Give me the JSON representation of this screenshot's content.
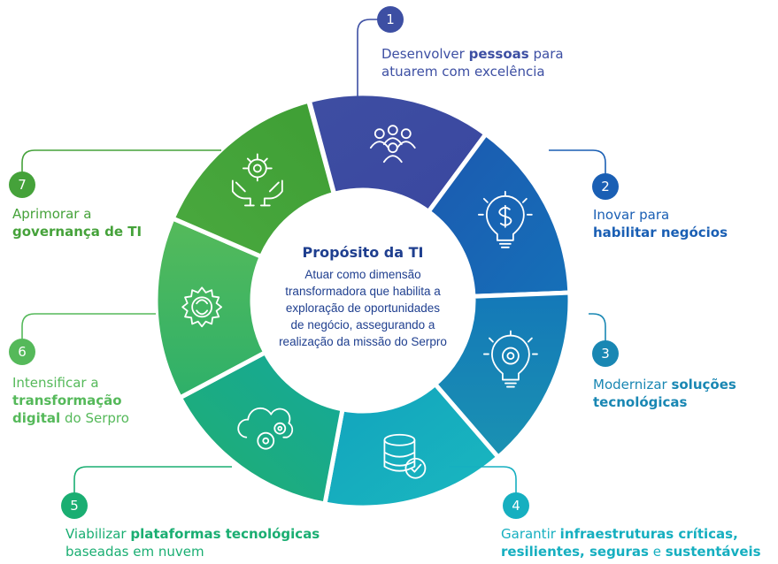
{
  "center": {
    "title": "Propósito da TI",
    "lines": [
      "Atuar como dimensão",
      "transformadora que habilita a",
      "exploração de oportunidades",
      "de negócio, assegurando a",
      "realização da missão do Serpro"
    ]
  },
  "items": [
    {
      "number": "1",
      "color": "#3d4fa3",
      "icon": "people-group-icon",
      "lines": [
        [
          {
            "t": "Desenvolver ",
            "b": false
          },
          {
            "t": "pessoas",
            "b": true
          },
          {
            "t": " para",
            "b": false
          }
        ],
        [
          {
            "t": "atuarem com excelência",
            "b": false
          }
        ]
      ]
    },
    {
      "number": "2",
      "color": "#1a5fb4",
      "icon": "lightbulb-dollar-icon",
      "lines": [
        [
          {
            "t": "Inovar para",
            "b": false
          }
        ],
        [
          {
            "t": "habilitar negócios",
            "b": true
          }
        ]
      ]
    },
    {
      "number": "3",
      "color": "#1987b3",
      "icon": "lightbulb-gear-icon",
      "lines": [
        [
          {
            "t": "Modernizar ",
            "b": false
          },
          {
            "t": "soluções",
            "b": true
          }
        ],
        [
          {
            "t": "tecnológicas",
            "b": true
          }
        ]
      ]
    },
    {
      "number": "4",
      "color": "#16afc0",
      "icon": "database-check-icon",
      "lines": [
        [
          {
            "t": "Garantir ",
            "b": false
          },
          {
            "t": "infraestruturas críticas,",
            "b": true
          }
        ],
        [
          {
            "t": "resilientes, seguras",
            "b": true
          },
          {
            "t": " e ",
            "b": false
          },
          {
            "t": "sustentáveis",
            "b": true
          }
        ]
      ]
    },
    {
      "number": "5",
      "color": "#1aae72",
      "icon": "cloud-gears-icon",
      "lines": [
        [
          {
            "t": "Viabilizar ",
            "b": false
          },
          {
            "t": "plataformas tecnológicas",
            "b": true
          }
        ],
        [
          {
            "t": "baseadas em nuvem",
            "b": false
          }
        ]
      ]
    },
    {
      "number": "6",
      "color": "#55b95a",
      "icon": "gear-transform-icon",
      "lines": [
        [
          {
            "t": "Intensificar a",
            "b": false
          }
        ],
        [
          {
            "t": "transformação",
            "b": true
          }
        ],
        [
          {
            "t": "digital",
            "b": true
          },
          {
            "t": " do Serpro",
            "b": false
          }
        ]
      ]
    },
    {
      "number": "7",
      "color": "#45a23a",
      "icon": "hands-gear-icon",
      "lines": [
        [
          {
            "t": "Aprimorar a",
            "b": false
          }
        ],
        [
          {
            "t": "governança de TI",
            "b": true
          }
        ]
      ]
    }
  ]
}
